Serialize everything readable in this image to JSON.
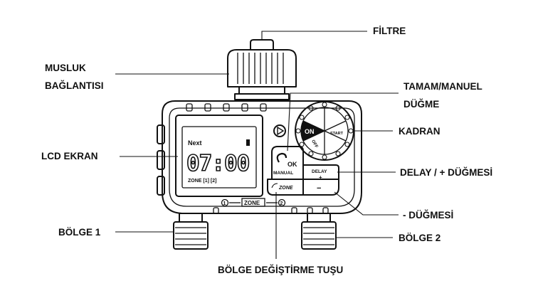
{
  "labels": {
    "filter": "FİLTRE",
    "faucet_line1": "MUSLUK",
    "faucet_line2": "BAĞLANTISI",
    "ok_line1": "TAMAM/MANUEL",
    "ok_line2": "DÜĞME",
    "dial": "KADRAN",
    "lcd": "LCD EKRAN",
    "delay_plus": "DELAY / + DÜĞMESİ",
    "minus": "- DÜĞMESİ",
    "zone1": "BÖLGE 1",
    "zone2": "BÖLGE 2",
    "zone_switch": "BÖLGE DEĞİŞTİRME TUŞU"
  },
  "device": {
    "lcd_next": "Next",
    "lcd_time": "07:00",
    "lcd_zone": "ZONE [1] [2]",
    "ok_text": "OK",
    "manual_text": "MANUAL",
    "delay_text": "DELAY",
    "plus_text": "+",
    "minus_text": "−",
    "zone_button_text": "ZONE",
    "zone_scale_text": "ZONE",
    "zone_num_1": "1",
    "zone_num_2": "2",
    "dial_on": "ON",
    "dial_off": "OFF",
    "dial_start": "START"
  },
  "colors": {
    "line": "#111111",
    "background": "#ffffff"
  }
}
